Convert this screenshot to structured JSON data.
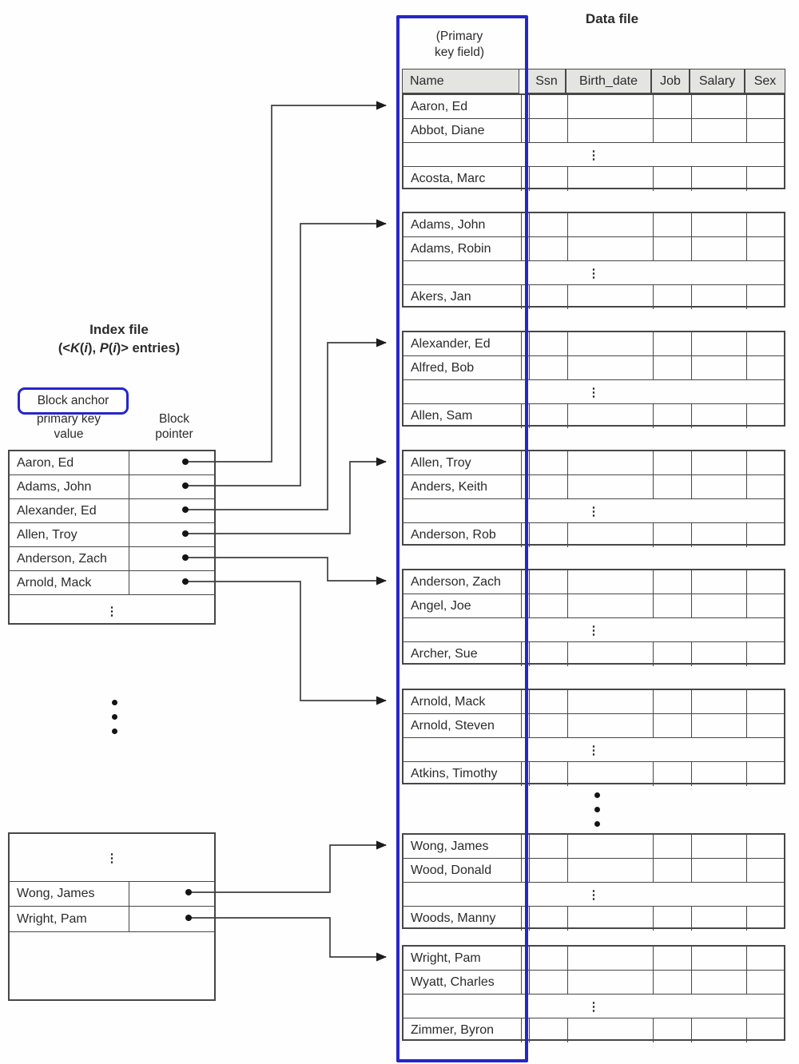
{
  "labels": {
    "data_file_title": "Data file",
    "primary_key_line1": "(Primary",
    "primary_key_line2": "key field)",
    "index_file_title": "Index file",
    "index_subtitle_plain": "(<K(i), P(i)> entries)",
    "index_subtitle_segments": [
      {
        "text": "(<",
        "italic": false
      },
      {
        "text": "K",
        "italic": true
      },
      {
        "text": "(",
        "italic": false
      },
      {
        "text": "i",
        "italic": true
      },
      {
        "text": "), ",
        "italic": false
      },
      {
        "text": "P",
        "italic": true
      },
      {
        "text": "(",
        "italic": false
      },
      {
        "text": "i",
        "italic": true
      },
      {
        "text": ")> entries)",
        "italic": false
      }
    ],
    "block_anchor": "Block anchor",
    "anchor_line2": "primary key",
    "anchor_line3": "value",
    "pointer_line1": "Block",
    "pointer_line2": "pointer"
  },
  "colors": {
    "highlight_blue": "#2626c9",
    "table_line": "#474747",
    "header_fill": "#e4e4e1"
  },
  "data_table": {
    "columns": [
      "Name",
      "Ssn",
      "Birth_date",
      "Job",
      "Salary",
      "Sex"
    ],
    "ellipsis": "⋮",
    "blocks": [
      {
        "rows": [
          "Aaron, Ed",
          "Abbot, Diane",
          "⋮",
          "Acosta, Marc"
        ]
      },
      {
        "rows": [
          "Adams, John",
          "Adams, Robin",
          "⋮",
          "Akers, Jan"
        ]
      },
      {
        "rows": [
          "Alexander, Ed",
          "Alfred, Bob",
          "⋮",
          "Allen, Sam"
        ]
      },
      {
        "rows": [
          "Allen, Troy",
          "Anders, Keith",
          "⋮",
          "Anderson, Rob"
        ]
      },
      {
        "rows": [
          "Anderson, Zach",
          "Angel, Joe",
          "⋮",
          "Archer, Sue"
        ]
      },
      {
        "rows": [
          "Arnold, Mack",
          "Arnold, Steven",
          "⋮",
          "Atkins, Timothy"
        ]
      },
      {
        "rows": [
          "Wong, James",
          "Wood, Donald",
          "⋮",
          "Woods, Manny"
        ]
      },
      {
        "rows": [
          "Wright, Pam",
          "Wyatt, Charles",
          "⋮",
          "Zimmer, Byron"
        ]
      }
    ],
    "between_blocks_ellipsis": "⋮"
  },
  "index_file": {
    "entries": [
      "Aaron, Ed",
      "Adams, John",
      "Alexander, Ed",
      "Allen, Troy",
      "Anderson, Zach",
      "Arnold, Mack"
    ],
    "ellipsis": "⋮",
    "between_tables_ellipsis": "⋮",
    "bottom_block": {
      "top_ellipsis": "⋮",
      "entries": [
        "Wong, James",
        "Wright, Pam"
      ]
    }
  }
}
